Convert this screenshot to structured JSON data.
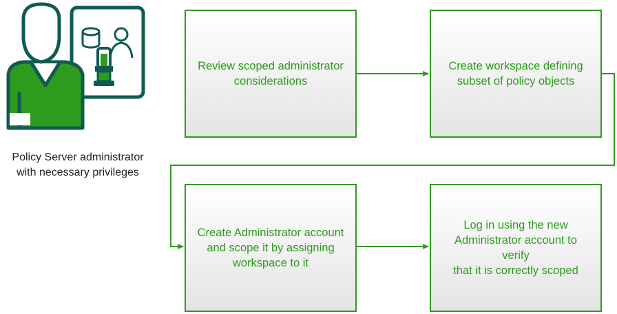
{
  "actor": {
    "label": "Policy Server administrator\nwith necessary privileges",
    "icon": "administrator-person-icon",
    "badge_icon": "database-user-icon"
  },
  "steps": [
    {
      "text": "Review scoped administrator\nconsiderations"
    },
    {
      "text": "Create workspace defining\nsubset of policy objects"
    },
    {
      "text": "Create Administrator account\nand scope it by assigning\nworkspace to it"
    },
    {
      "text": "Log in using the new\nAdministrator account to verify\nthat it is correctly scoped"
    }
  ],
  "colors": {
    "accent": "#2e9a1e",
    "icon_dark": "#0f5b52",
    "box_fill_top": "#ffffff",
    "box_fill_bottom": "#e4e4e4"
  }
}
